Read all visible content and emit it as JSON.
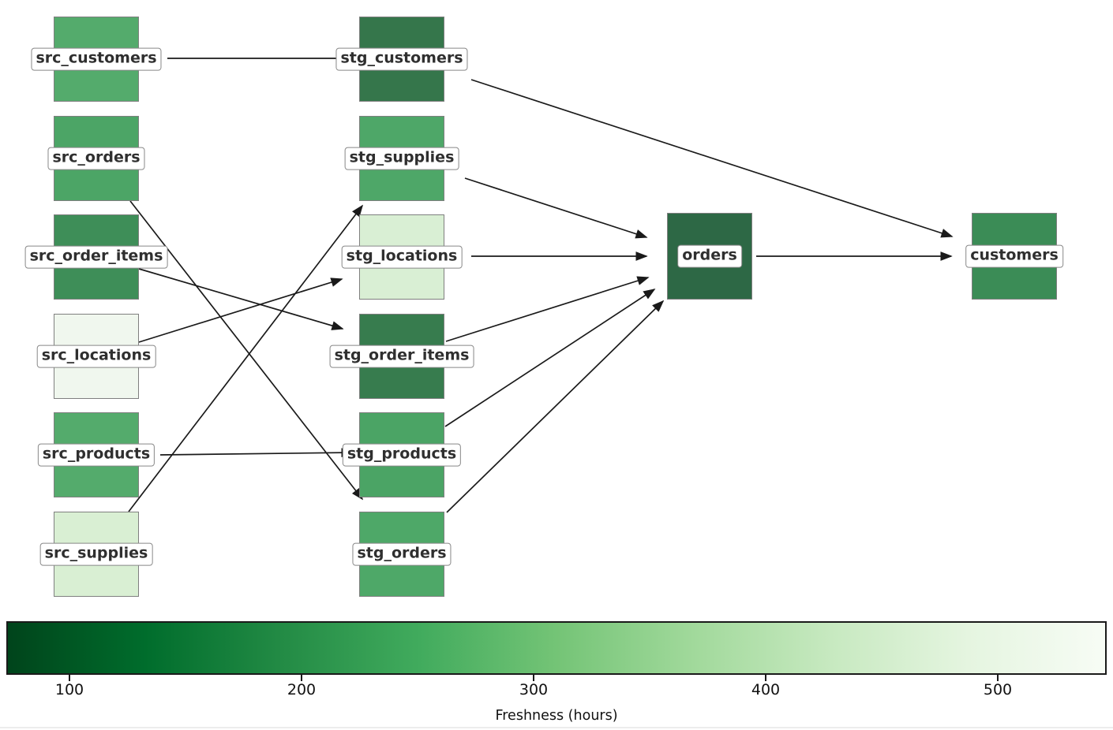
{
  "figure": {
    "background": "#ffffff"
  },
  "diagram": {
    "nodes": [
      {
        "id": "src_customers",
        "label": "src_customers",
        "color": "#54ab6c"
      },
      {
        "id": "src_orders",
        "label": "src_orders",
        "color": "#4ca566"
      },
      {
        "id": "src_order_items",
        "label": "src_order_items",
        "color": "#3e8e58"
      },
      {
        "id": "src_locations",
        "label": "src_locations",
        "color": "#f0f7ee"
      },
      {
        "id": "src_products",
        "label": "src_products",
        "color": "#54ab6c"
      },
      {
        "id": "src_supplies",
        "label": "src_supplies",
        "color": "#d9efd3"
      },
      {
        "id": "stg_customers",
        "label": "stg_customers",
        "color": "#35764b"
      },
      {
        "id": "stg_supplies",
        "label": "stg_supplies",
        "color": "#4ea768"
      },
      {
        "id": "stg_locations",
        "label": "stg_locations",
        "color": "#d9efd4"
      },
      {
        "id": "stg_order_items",
        "label": "stg_order_items",
        "color": "#377c4e"
      },
      {
        "id": "stg_products",
        "label": "stg_products",
        "color": "#4ba465"
      },
      {
        "id": "stg_orders",
        "label": "stg_orders",
        "color": "#4ea868"
      },
      {
        "id": "orders",
        "label": "orders",
        "color": "#2d6845"
      },
      {
        "id": "customers",
        "label": "customers",
        "color": "#3b8c56"
      }
    ],
    "edges": [
      {
        "from": "src_customers",
        "to": "stg_customers"
      },
      {
        "from": "src_orders",
        "to": "stg_orders"
      },
      {
        "from": "src_order_items",
        "to": "stg_order_items"
      },
      {
        "from": "src_locations",
        "to": "stg_locations"
      },
      {
        "from": "src_products",
        "to": "stg_products"
      },
      {
        "from": "src_supplies",
        "to": "stg_supplies"
      },
      {
        "from": "stg_customers",
        "to": "customers"
      },
      {
        "from": "stg_supplies",
        "to": "orders"
      },
      {
        "from": "stg_locations",
        "to": "orders"
      },
      {
        "from": "stg_order_items",
        "to": "orders"
      },
      {
        "from": "stg_products",
        "to": "orders"
      },
      {
        "from": "stg_orders",
        "to": "orders"
      },
      {
        "from": "orders",
        "to": "customers"
      }
    ],
    "edge_color": "#1a1a1a",
    "node_border_color": "#7f7f7f",
    "label_bg": "#ffffff",
    "label_border": "#888888",
    "label_text_color": "#2f2f2f"
  },
  "colorbar": {
    "label": "Freshness (hours)",
    "ticks": [
      "100",
      "200",
      "300",
      "400",
      "500"
    ],
    "gradient": [
      "#00441b",
      "#006d2c",
      "#238b45",
      "#41ab5d",
      "#74c476",
      "#a1d99b",
      "#c7e9c0",
      "#e5f5e0",
      "#f7fcf5"
    ]
  }
}
